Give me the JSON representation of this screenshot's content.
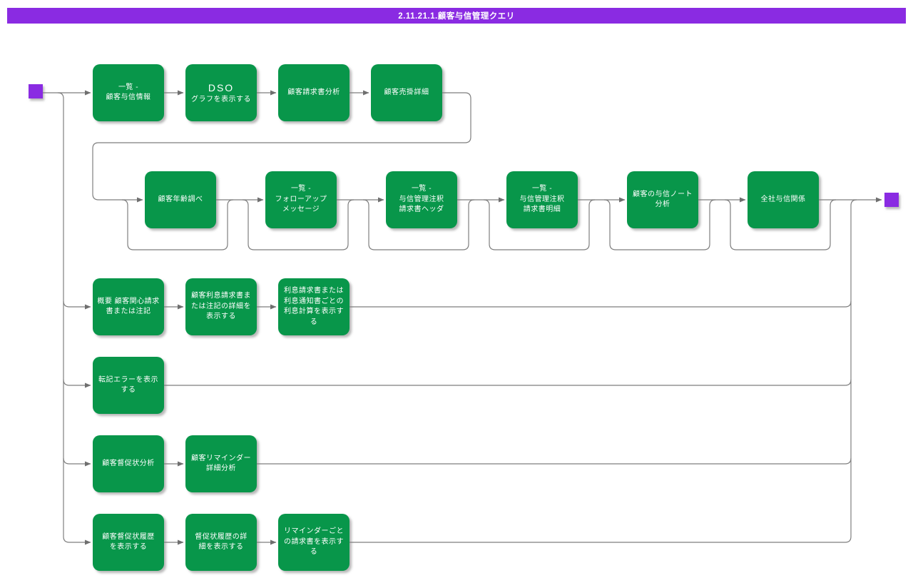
{
  "header": {
    "title": "2.11.21.1.顧客与信管理クエリ"
  },
  "colors": {
    "accent_purple": "#8a2be2",
    "node_green": "#08964a",
    "line_gray": "#7e7e7e",
    "text_white": "#ffffff"
  },
  "nodes": {
    "n1": {
      "label": "一覧 -\n顧客与信情報"
    },
    "n2": {
      "title": "DSO",
      "label": "グラフを表示する"
    },
    "n3": {
      "label": "顧客請求書分析"
    },
    "n4": {
      "label": "顧客売掛詳細"
    },
    "n5": {
      "label": "顧客年齢調べ"
    },
    "n6": {
      "label": "一覧 -\nフォローアップ\nメッセージ"
    },
    "n7": {
      "label": "一覧 -\n与信管理注釈\n請求書ヘッダ"
    },
    "n8": {
      "label": "一覧 -\n与信管理注釈\n請求書明細"
    },
    "n9": {
      "label": "顧客の与信ノート\n分析"
    },
    "n10": {
      "label": "全社与信関係"
    },
    "n11": {
      "label": "概要 顧客関心請求\n書または注記"
    },
    "n12": {
      "label": "顧客利息請求書ま\nたは注記の詳細を\n表示する"
    },
    "n13": {
      "label": "利息請求書または\n利息通知書ごとの\n利息計算を表示す\nる"
    },
    "n14": {
      "label": "転記エラーを表示\nする"
    },
    "n15": {
      "label": "顧客督促状分析"
    },
    "n16": {
      "label": "顧客リマインダー\n詳細分析"
    },
    "n17": {
      "label": "顧客督促状履歴\nを表示する"
    },
    "n18": {
      "label": "督促状履歴の詳\n細を表示する"
    },
    "n19": {
      "label": "リマインダーごと\nの請求書を表示す\nる"
    }
  }
}
